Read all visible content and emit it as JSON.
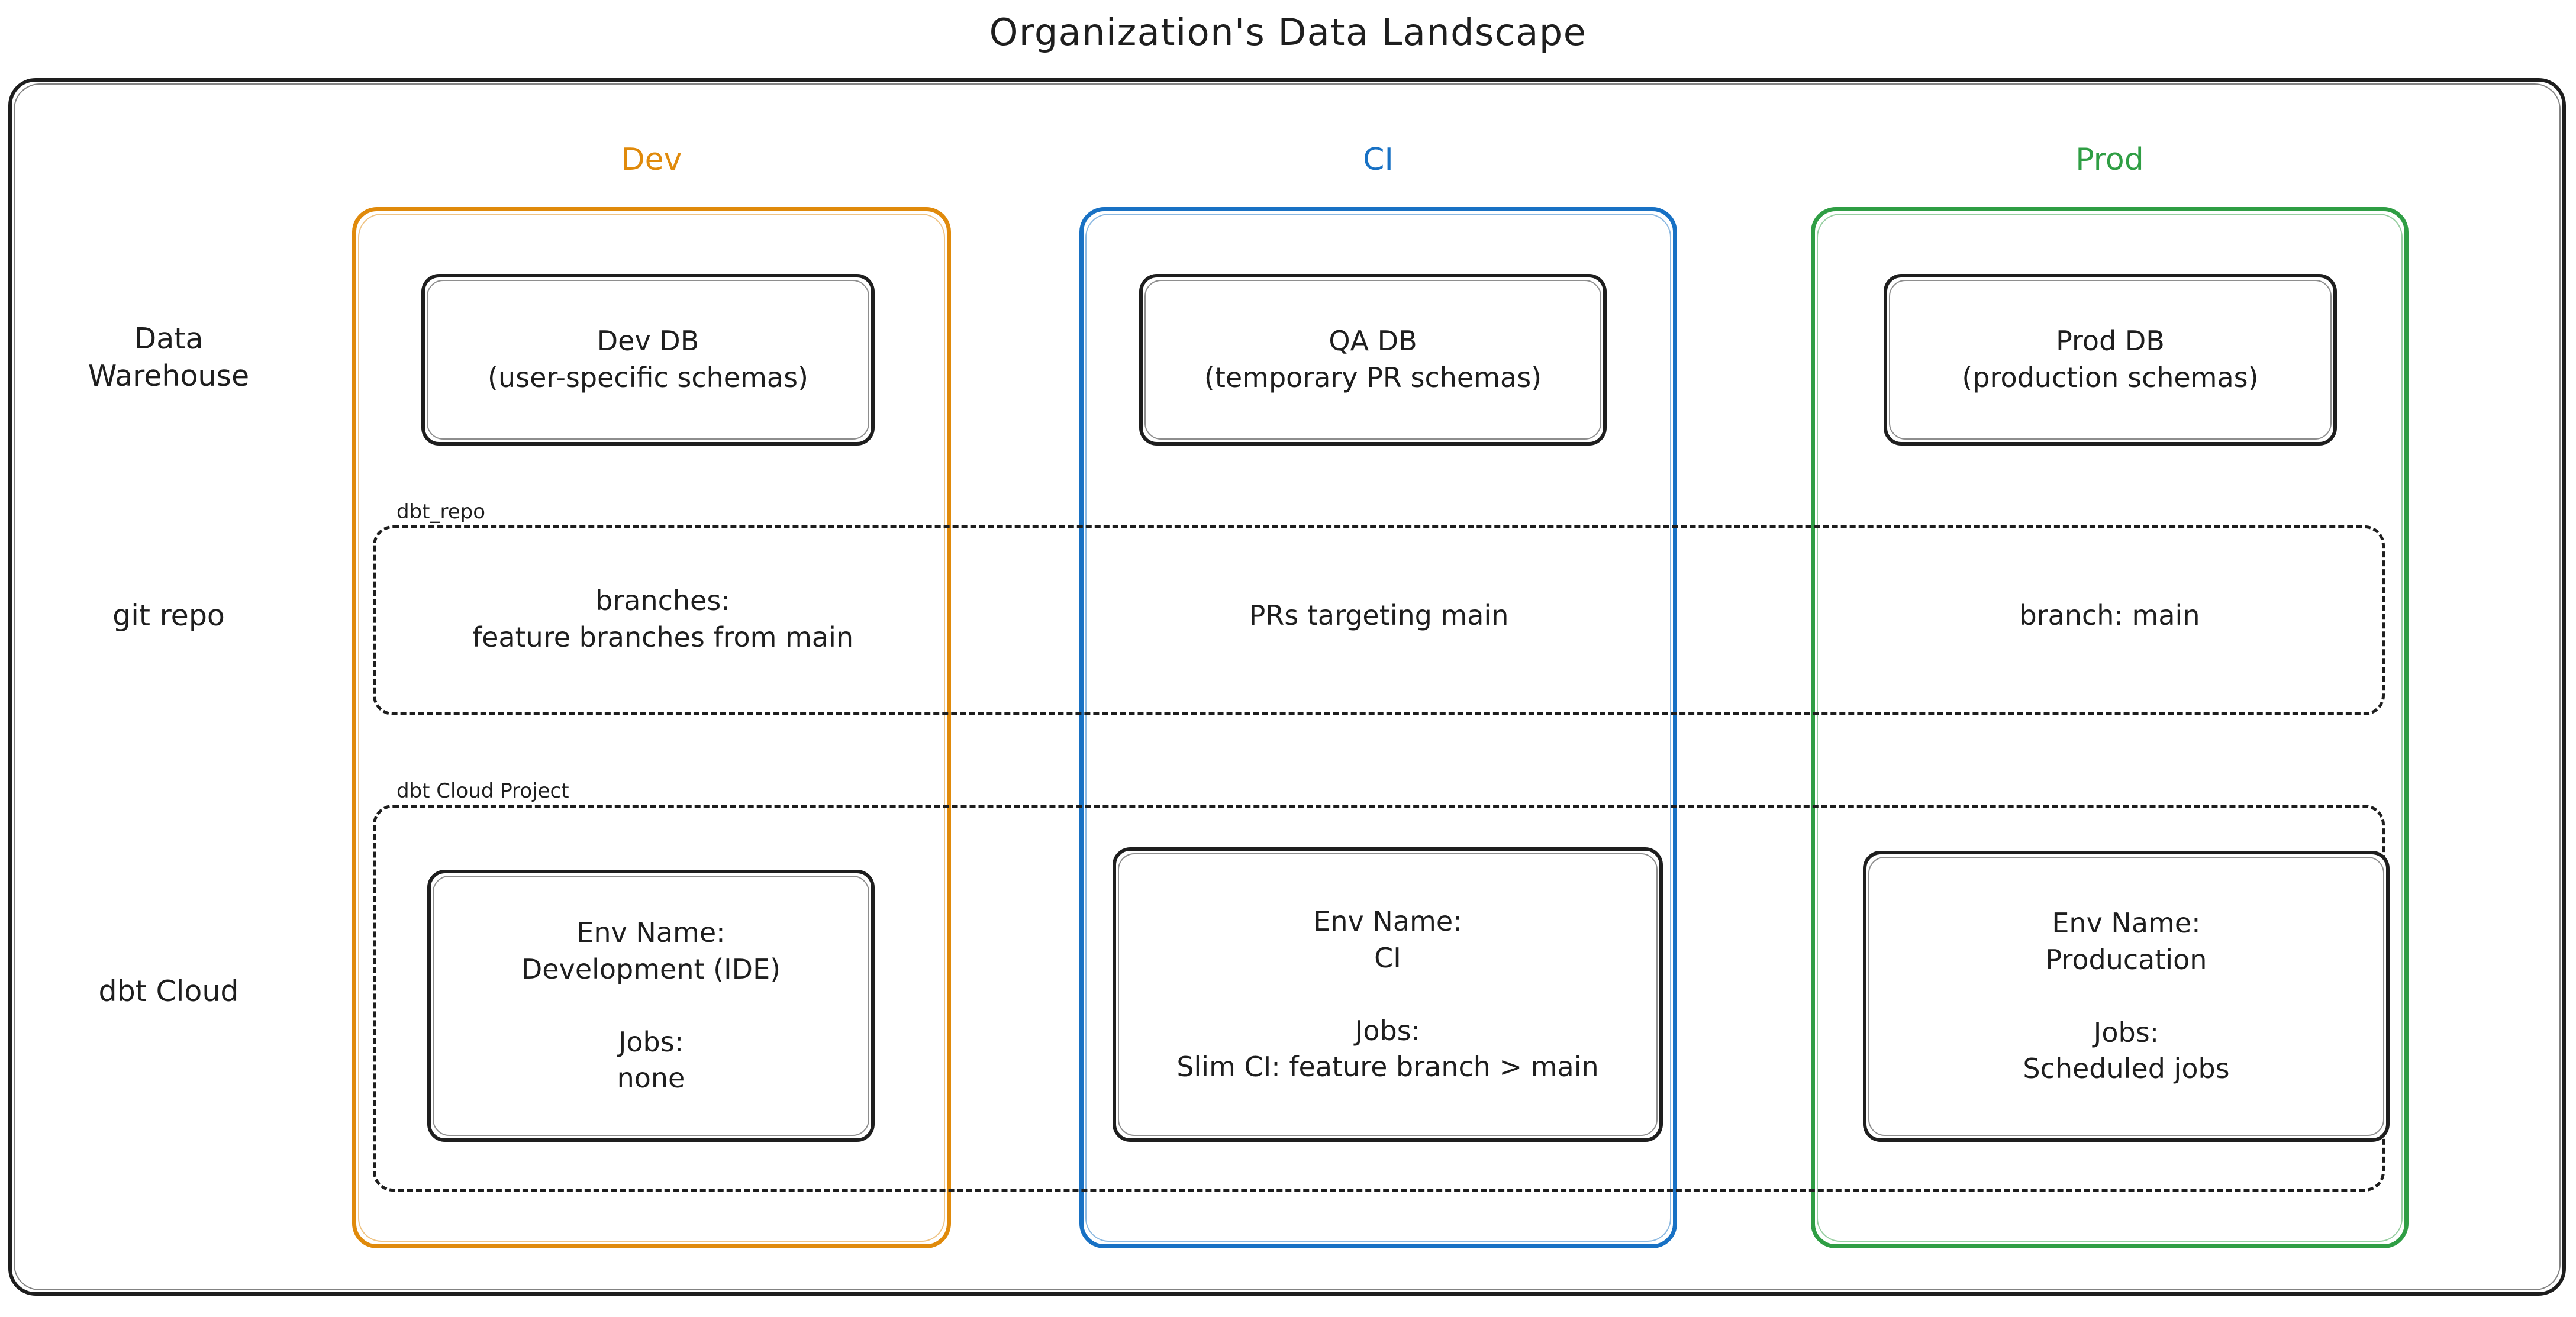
{
  "diagram": {
    "title": "Organization's Data Landscape",
    "colors": {
      "dev": "#e08a0b",
      "ci": "#1871c4",
      "prod": "#2f9e44",
      "stroke": "#1e1e1e",
      "background": "#ffffff"
    },
    "columns": [
      {
        "key": "dev",
        "label": "Dev"
      },
      {
        "key": "ci",
        "label": "CI"
      },
      {
        "key": "prod",
        "label": "Prod"
      }
    ],
    "rows": [
      {
        "key": "warehouse",
        "label": "Data\nWarehouse"
      },
      {
        "key": "git",
        "label": "git repo"
      },
      {
        "key": "dbtcloud",
        "label": "dbt Cloud"
      }
    ],
    "bands": [
      {
        "key": "repo",
        "label": "dbt_repo"
      },
      {
        "key": "project",
        "label": "dbt Cloud Project"
      }
    ],
    "warehouse": {
      "dev": "Dev DB\n(user-specific schemas)",
      "ci": "QA DB\n(temporary PR schemas)",
      "prod": "Prod DB\n(production schemas)"
    },
    "git_repo": {
      "dev": "branches:\nfeature branches from main",
      "ci": "PRs targeting main",
      "prod": "branch: main"
    },
    "dbt_cloud": {
      "dev": "Env Name:\nDevelopment (IDE)\n\nJobs:\nnone",
      "ci": "Env Name:\nCI\n\nJobs:\nSlim CI: feature branch > main",
      "prod": "Env Name:\nProducation\n\nJobs:\nScheduled jobs"
    }
  }
}
